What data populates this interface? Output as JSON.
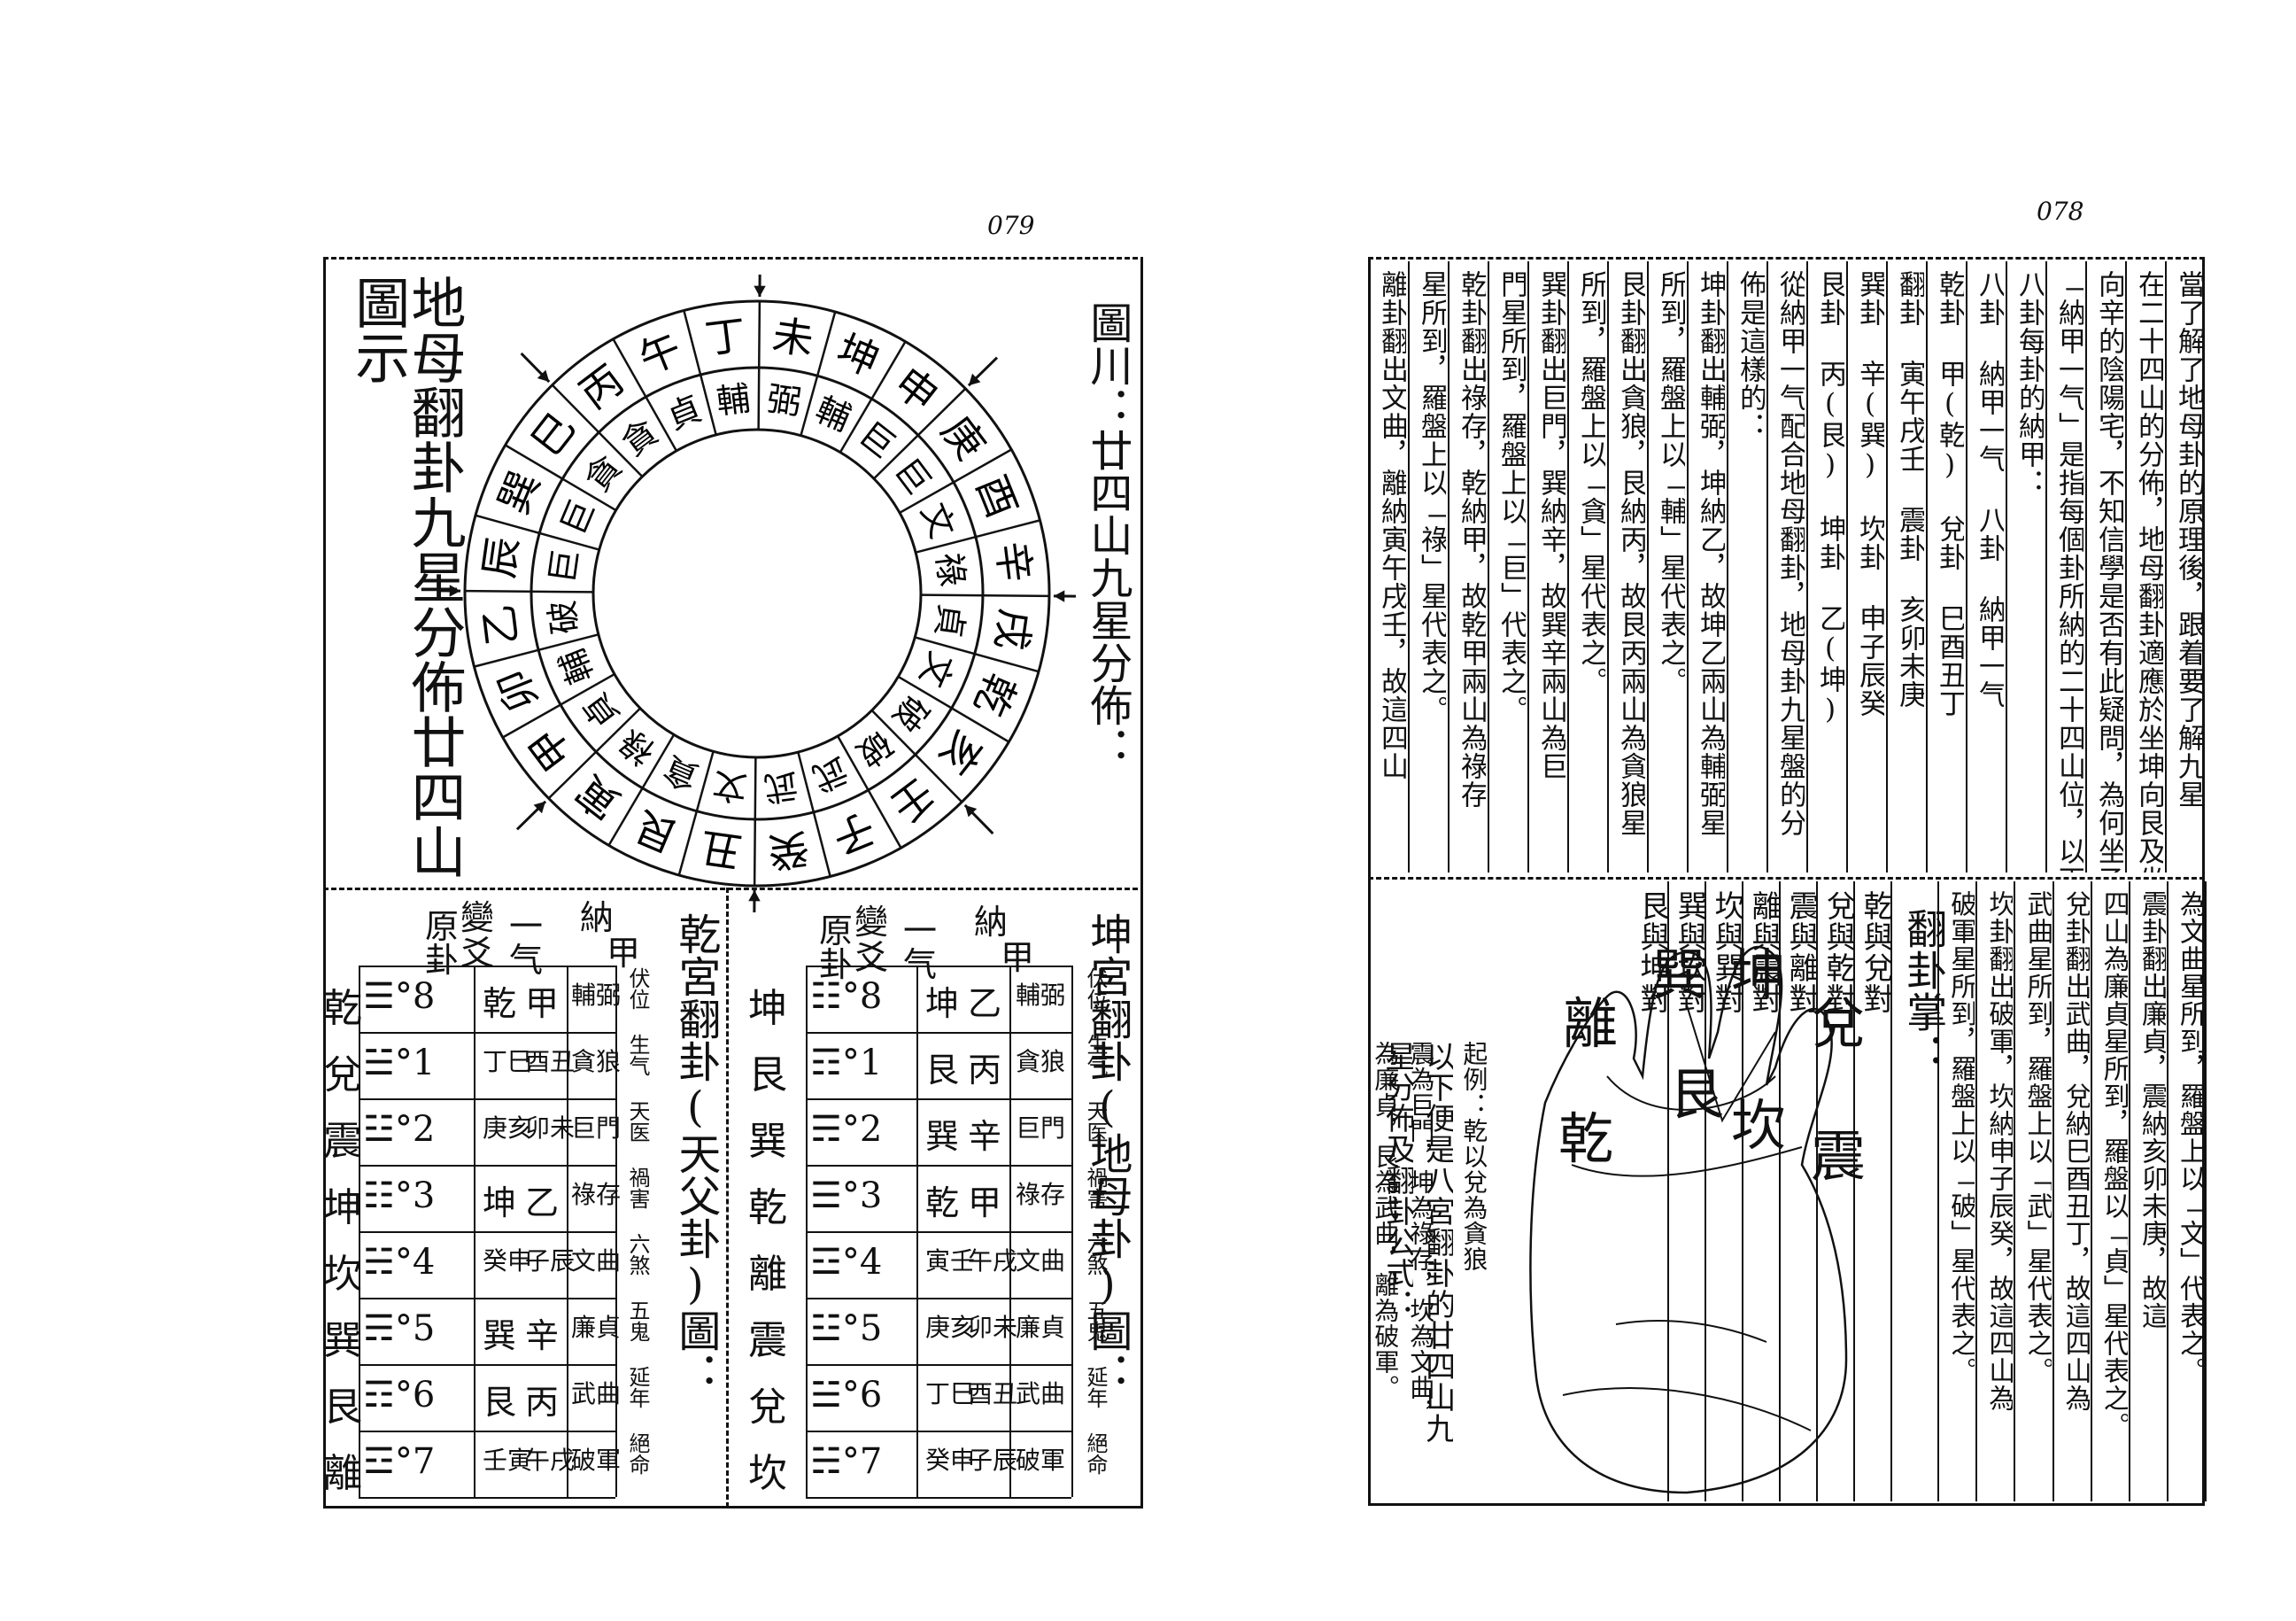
{
  "pages": {
    "left_number": "079",
    "right_number": "078"
  },
  "left": {
    "title_vertical": "地母翻卦九星分佈廿四山圖示",
    "figure_caption": "圖川：廿四山九星分佈：",
    "wheel": {
      "outer": [
        "丁",
        "未",
        "坤",
        "申",
        "庚",
        "酉",
        "辛",
        "戌",
        "乾",
        "亥",
        "壬",
        "子",
        "癸",
        "丑",
        "艮",
        "寅",
        "甲",
        "卯",
        "乙",
        "辰",
        "巽",
        "巳",
        "丙",
        "午"
      ],
      "inner": [
        "輔",
        "弼",
        "輔",
        "巨",
        "巨",
        "文",
        "祿",
        "貞",
        "文",
        "破",
        "破",
        "武",
        "武",
        "文",
        "貪",
        "祿",
        "貞",
        "輔",
        "破",
        "巨",
        "巨",
        "貪",
        "貪",
        "貞"
      ]
    },
    "qian_title": "乾宮翻卦(天父卦)圖：",
    "kun_title": "坤宮翻卦(地母卦)圖：",
    "table_header": {
      "nj1": "納",
      "nj2": "甲",
      "yq1": "一",
      "yq2": "气",
      "yb1": "變",
      "yb2": "爻",
      "yg1": "原",
      "yg2": "卦"
    },
    "qian_table": {
      "gua": [
        "乾",
        "兌",
        "震",
        "坤",
        "坎",
        "巽",
        "艮",
        "離"
      ],
      "yao": [
        "☰°8",
        "☱°1",
        "☳°2",
        "☷°3",
        "☵°4",
        "☴°5",
        "☶°6",
        "☲°7"
      ],
      "najia": [
        [
          "乾",
          "甲"
        ],
        [
          "丁巳",
          "酉丑"
        ],
        [
          "庚亥",
          "卯未"
        ],
        [
          "坤",
          "乙"
        ],
        [
          "癸申",
          "子辰"
        ],
        [
          "巽",
          "辛"
        ],
        [
          "艮",
          "丙"
        ],
        [
          "壬寅",
          "午戌"
        ]
      ],
      "star": [
        "輔弼",
        "貪狼",
        "巨門",
        "祿存",
        "文曲",
        "廉貞",
        "武曲",
        "破軍"
      ],
      "wheel_star": [
        "伏位",
        "生气",
        "天医",
        "禍害",
        "六煞",
        "五鬼",
        "延年",
        "絕命"
      ]
    },
    "kun_table": {
      "gua": [
        "坤",
        "艮",
        "巽",
        "乾",
        "離",
        "震",
        "兌",
        "坎"
      ],
      "yao": [
        "☷°8",
        "☶°1",
        "☴°2",
        "☰°3",
        "☲°4",
        "☳°5",
        "☱°6",
        "☵°7"
      ],
      "najia": [
        [
          "坤",
          "乙"
        ],
        [
          "艮",
          "丙"
        ],
        [
          "巽",
          "辛"
        ],
        [
          "乾",
          "甲"
        ],
        [
          "寅壬",
          "午戌"
        ],
        [
          "庚亥",
          "卯未"
        ],
        [
          "丁巳",
          "酉丑"
        ],
        [
          "癸申",
          "子辰"
        ]
      ],
      "star": [
        "輔弼",
        "貪狼",
        "巨門",
        "祿存",
        "文曲",
        "廉貞",
        "武曲",
        "破軍"
      ],
      "wheel_star": [
        "伏位",
        "生气",
        "天医",
        "禍害",
        "六煞",
        "五鬼",
        "延年",
        "絕命"
      ]
    }
  },
  "right": {
    "top_columns": [
      "當了解了地母卦的原理後，跟着要了解九星",
      "在二十四山的分佈，地母翻卦適應於坐坤向艮及坐乙",
      "向辛的陰陽宅，不知信學是否有此疑問，為何坐乙",
      "「納甲一气」是指每個卦所納的二十四山位，以下便是",
      "八卦每卦的納甲：",
      "八卦 納甲一气 八卦 納甲一气",
      "乾卦 甲(乾) 兌卦 巳酉丑丁",
      "翻卦 寅午戌壬 震卦 亥卯未庚",
      "巽卦 辛(巽) 坎卦 申子辰癸",
      "艮卦 丙(艮) 坤卦 乙(坤)",
      "從納甲一气配合地母翻卦，地母卦九星盤的分",
      "佈是這樣的：",
      "坤卦翻出輔弼，坤納乙，故坤乙兩山為輔弼星",
      "所到，羅盤上以「輔」星代表之。",
      "艮卦翻出貪狼，艮納丙，故艮丙兩山為貪狼星",
      "所到，羅盤上以「貪」星代表之。",
      "巽卦翻出巨門，巽納辛，故巽辛兩山為巨",
      "門星所到，羅盤上以「巨」代表之。",
      "乾卦翻出祿存，乾納甲，故乾甲兩山為祿存",
      "星所到，羅盤上以「祿」星代表之。",
      "離卦翻出文曲，離納寅午戌壬，故這四山"
    ],
    "bottom_columns": [
      "為文曲星所到，羅盤上以「文」代表之。",
      "震卦翻出廉貞，震納亥卯未庚，故這",
      "四山為廉貞星所到，羅盤以「貞」星代表之。",
      "兌卦翻出武曲，兌納巳酉丑丁，故這四山為",
      "武曲星所到，羅盤上以「武」星代表之。",
      "坎卦翻出破軍，坎納申子辰癸，故這四山為",
      "破軍星所到，羅盤上以「破」星代表之。"
    ],
    "palm_title": "翻卦掌：",
    "palm_pairs": [
      "乾與兌對",
      "兌與乾對",
      "震與離對",
      "離與震對",
      "坎與巽對",
      "巽與坎對",
      "艮與坤對"
    ],
    "palm_note1": "起例：乾以兌為貪狼",
    "palm_note2": "震為巨門，坤為祿存，坎為文曲，巽",
    "palm_note3": "為廉貞，艮為武曲，離為破軍。",
    "palm_footer1": "以下便是八宮翻卦的廿四山九",
    "palm_footer2": "星分佈及翻卦公式：",
    "palm_labels": {
      "li": "離",
      "xun": "巽",
      "kun": "坤",
      "dui": "兌",
      "qian": "乾",
      "gen": "艮",
      "kan": "坎",
      "zhen": "震"
    }
  }
}
